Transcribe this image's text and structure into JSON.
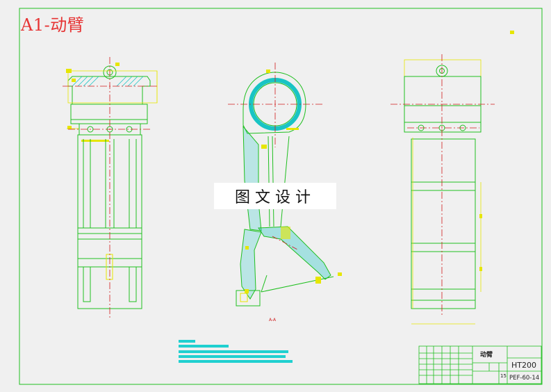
{
  "drawing_title": "A1-动臂",
  "watermark": "图文设计",
  "section_label": "A-A",
  "title_block": {
    "material": "HT200",
    "drawing_code": "PEF-60-14",
    "part_name": "动臂",
    "number": "15"
  },
  "colors": {
    "background": "#f0f0f0",
    "outline": "#1fbf1f",
    "centerline": "#d01c1c",
    "dimension": "#e6e600",
    "hatch": "#19c4c4",
    "notes": "#20d0d0",
    "title": "#e63434"
  }
}
